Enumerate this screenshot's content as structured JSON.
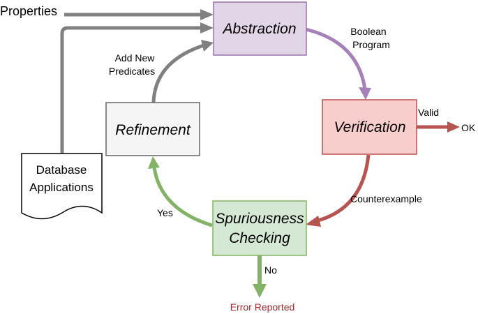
{
  "nodes": {
    "abstraction": {
      "label": "Abstraction",
      "fill": "#e1d5e7",
      "stroke": "#9673a6"
    },
    "verification": {
      "label": "Verification",
      "fill": "#f8cecc",
      "stroke": "#b85450"
    },
    "spuriousness": {
      "label_line1": "Spuriousness",
      "label_line2": "Checking",
      "fill": "#d5e8d4",
      "stroke": "#82b366"
    },
    "refinement": {
      "label": "Refinement",
      "fill": "#f5f5f5",
      "stroke": "#666666"
    },
    "database": {
      "label_line1": "Database",
      "label_line2": "Applications"
    }
  },
  "inputs": {
    "properties": "Properties"
  },
  "edges": {
    "boolean_program_line1": "Boolean",
    "boolean_program_line2": "Program",
    "valid": "Valid",
    "ok": "OK",
    "counterexample": "Counterexample",
    "yes": "Yes",
    "no": "No",
    "add_new_line1": "Add New",
    "add_new_line2": "Predicates"
  },
  "outcome": {
    "error_reported": "Error Reported",
    "error_color": "#a52a2a"
  },
  "colors": {
    "gray_arrow": "#808080",
    "purple_arrow": "#a680b8",
    "red_arrow": "#b85450",
    "green_arrow": "#82b366"
  }
}
